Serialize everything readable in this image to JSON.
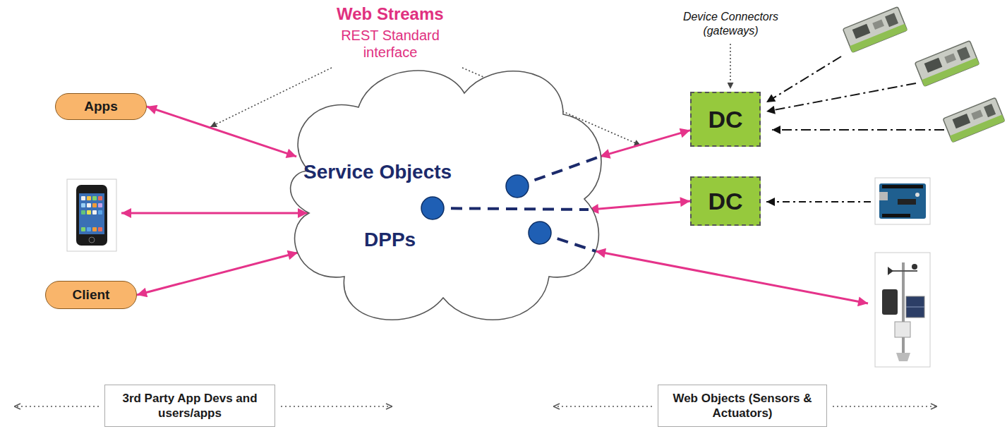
{
  "diagram": {
    "nodes": [
      {
        "text": [
          "Apps"
        ]
      },
      {
        "text": [
          "Service Objects",
          "DPPs"
        ]
      },
      {
        "text": [
          "DC"
        ]
      },
      {
        "text": [
          "DC"
        ]
      },
      {
        "text": [
          "Client"
        ]
      },
      {
        "text": [
          "3rd Party App Devs and users/apps"
        ]
      },
      {
        "text": [
          "Web Objects (Sensors & Actuators)"
        ]
      }
    ],
    "edges": [
      {
        "from": 0,
        "to": 1,
        "arrow": "both"
      },
      {
        "from": 1,
        "to": 2,
        "arrow": "both"
      },
      {
        "from": 1,
        "to": 3,
        "arrow": "both"
      },
      {
        "from": 4,
        "to": 1,
        "arrow": "both"
      }
    ],
    "labels": [
      "Web Streams",
      "REST Standard interface",
      "Device Connectors (gateways)"
    ]
  }
}
